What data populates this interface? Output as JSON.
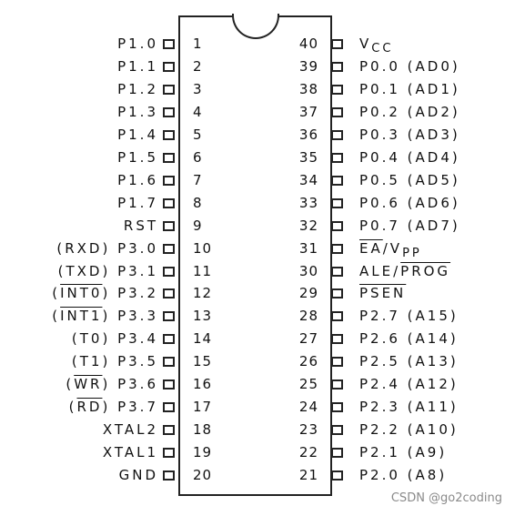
{
  "chip": {
    "left_pins": [
      {
        "num": "1",
        "label": [
          {
            "t": "P1.0"
          }
        ]
      },
      {
        "num": "2",
        "label": [
          {
            "t": "P1.1"
          }
        ]
      },
      {
        "num": "3",
        "label": [
          {
            "t": "P1.2"
          }
        ]
      },
      {
        "num": "4",
        "label": [
          {
            "t": "P1.3"
          }
        ]
      },
      {
        "num": "5",
        "label": [
          {
            "t": "P1.4"
          }
        ]
      },
      {
        "num": "6",
        "label": [
          {
            "t": "P1.5"
          }
        ]
      },
      {
        "num": "7",
        "label": [
          {
            "t": "P1.6"
          }
        ]
      },
      {
        "num": "8",
        "label": [
          {
            "t": "P1.7"
          }
        ]
      },
      {
        "num": "9",
        "label": [
          {
            "t": "RST"
          }
        ]
      },
      {
        "num": "10",
        "label": [
          {
            "t": "(RXD) P3.0"
          }
        ]
      },
      {
        "num": "11",
        "label": [
          {
            "t": "(TXD) P3.1"
          }
        ]
      },
      {
        "num": "12",
        "label": [
          {
            "t": "("
          },
          {
            "t": "INT0",
            "o": true
          },
          {
            "t": ") P3.2"
          }
        ]
      },
      {
        "num": "13",
        "label": [
          {
            "t": "("
          },
          {
            "t": "INT1",
            "o": true
          },
          {
            "t": ") P3.3"
          }
        ]
      },
      {
        "num": "14",
        "label": [
          {
            "t": "(T0) P3.4"
          }
        ]
      },
      {
        "num": "15",
        "label": [
          {
            "t": "(T1) P3.5"
          }
        ]
      },
      {
        "num": "16",
        "label": [
          {
            "t": "("
          },
          {
            "t": "WR",
            "o": true
          },
          {
            "t": ") P3.6"
          }
        ]
      },
      {
        "num": "17",
        "label": [
          {
            "t": "("
          },
          {
            "t": "RD",
            "o": true
          },
          {
            "t": ") P3.7"
          }
        ]
      },
      {
        "num": "18",
        "label": [
          {
            "t": "XTAL2"
          }
        ]
      },
      {
        "num": "19",
        "label": [
          {
            "t": "XTAL1"
          }
        ]
      },
      {
        "num": "20",
        "label": [
          {
            "t": "GND"
          }
        ]
      }
    ],
    "right_pins": [
      {
        "num": "40",
        "label": [
          {
            "t": "V"
          },
          {
            "t": "CC",
            "s": true
          }
        ]
      },
      {
        "num": "39",
        "label": [
          {
            "t": "P0.0 (AD0)"
          }
        ]
      },
      {
        "num": "38",
        "label": [
          {
            "t": "P0.1 (AD1)"
          }
        ]
      },
      {
        "num": "37",
        "label": [
          {
            "t": "P0.2 (AD2)"
          }
        ]
      },
      {
        "num": "36",
        "label": [
          {
            "t": "P0.3 (AD3)"
          }
        ]
      },
      {
        "num": "35",
        "label": [
          {
            "t": "P0.4 (AD4)"
          }
        ]
      },
      {
        "num": "34",
        "label": [
          {
            "t": "P0.5 (AD5)"
          }
        ]
      },
      {
        "num": "33",
        "label": [
          {
            "t": "P0.6 (AD6)"
          }
        ]
      },
      {
        "num": "32",
        "label": [
          {
            "t": "P0.7 (AD7)"
          }
        ]
      },
      {
        "num": "31",
        "label": [
          {
            "t": "EA",
            "o": true
          },
          {
            "t": "/V"
          },
          {
            "t": "PP",
            "s": true
          }
        ]
      },
      {
        "num": "30",
        "label": [
          {
            "t": "ALE/"
          },
          {
            "t": "PROG",
            "o": true
          }
        ]
      },
      {
        "num": "29",
        "label": [
          {
            "t": "PSEN",
            "o": true
          }
        ]
      },
      {
        "num": "28",
        "label": [
          {
            "t": "P2.7 (A15)"
          }
        ]
      },
      {
        "num": "27",
        "label": [
          {
            "t": "P2.6 (A14)"
          }
        ]
      },
      {
        "num": "26",
        "label": [
          {
            "t": "P2.5 (A13)"
          }
        ]
      },
      {
        "num": "25",
        "label": [
          {
            "t": "P2.4 (A12)"
          }
        ]
      },
      {
        "num": "24",
        "label": [
          {
            "t": "P2.3 (A11)"
          }
        ]
      },
      {
        "num": "23",
        "label": [
          {
            "t": "P2.2 (A10)"
          }
        ]
      },
      {
        "num": "22",
        "label": [
          {
            "t": "P2.1 (A9)"
          }
        ]
      },
      {
        "num": "21",
        "label": [
          {
            "t": "P2.0 (A8)"
          }
        ]
      }
    ]
  },
  "watermark": "CSDN @go2coding"
}
